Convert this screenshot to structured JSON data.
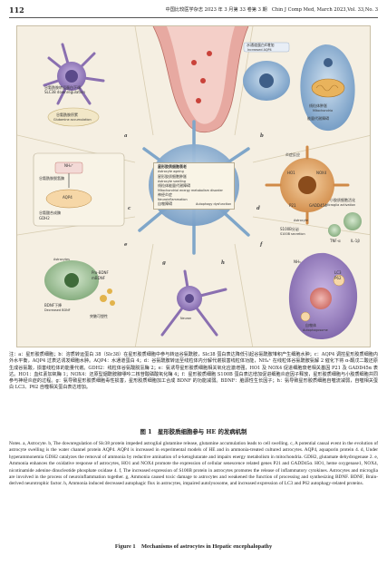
{
  "header": {
    "page_number": "112",
    "running_head": "中国比较医学杂志 2023 年 3 月第 33 卷第 3 期　Chin J Comp Med, March 2023,Vol. 33,No. 3"
  },
  "figure": {
    "panel_letters": [
      "a",
      "b",
      "c",
      "d",
      "e",
      "f",
      "g",
      "h"
    ],
    "labels": {
      "a_glutamate": "谷氨酰胺转运蛋白下调",
      "a_slc38": "SLC38 downregulation",
      "a_accum": "谷氨酰胺积累",
      "a_accum_en": "Glutamine accumulation",
      "b_edema": "水通道蛋白4增加",
      "b_edema_en": "Increased AQP4",
      "c_nh4": "NH₄⁺",
      "c_gdh": "GDH2",
      "c_aqp4": "AQP4",
      "c_line1": "谷氨酰胺脱氢酶",
      "c_line2": "谷氨酸合成酶",
      "c_line3": "线粒体肿胀",
      "c_mito": "Mitochondria",
      "c_energy": "能量代谢障碍",
      "d_inflam": "炎症反应",
      "d_ho1": "HO1",
      "d_nox4": "NOX4",
      "d_p21": "P21",
      "d_gadd45": "GADD45α",
      "center_title": "星形胶质细胞衰老",
      "center_en": "Astrocyte ageing",
      "center_1": "星形胶质细胞肿胀",
      "center_2": "Astrocyte swelling",
      "center_3": "线粒体能量代谢障碍",
      "center_4": "Mitochondrial energy metabolism disorder",
      "center_5": "神经炎症",
      "center_6": "Neuroinflammation",
      "center_7": "自噬障碍",
      "center_8": "Autophagy dysfunction",
      "e_s100b": "S100B分泌",
      "e_s100b_en": "S100B secretion",
      "e_micro": "小胶质细胞活化",
      "e_micro_en": "Microglia activation",
      "e_astro": "Astrocyte",
      "e_tnf": "TNF-α",
      "e_il1": "IL-1β",
      "f_bdnf": "BDNF下降",
      "f_bdnf_en": "Decreased BDNF",
      "f_syn": "突触可塑性",
      "g_nh3": "NH₃",
      "g_lc3": "LC3",
      "g_p62": "P62",
      "g_auto": "自噬体",
      "g_auto_en": "Autophagosome",
      "h_neuron": "Neuron",
      "h_astro": "Astrocytes",
      "h_bdnf": "Pro-BDNF",
      "h_mbdnf": "mBDNF"
    }
  },
  "caption_cn": "注：a：星形胶质细胞；b：溶质转运蛋白 38（Slc38）在星形胶质细胞中参与转运谷氨酰胺，Slc38 蛋白表达降低引起谷氨酰胺堆积产生细胞水肿；c：AQP4 调控星形胶质细胞内外水平衡，AQP4 过表达诱发细胞水肿。AQP4：水通道蛋白 4；d：谷氨酰胺转运至线粒体内分解代谢损害线粒体功能，NH₄⁺ 在线粒体谷氨酰胺氨解 2 催化下将 α-酮戊二酸还原生成谷氨酸，损害线粒体的能量代谢。GDH2：线粒体谷氨酸脱氢酶 2；e：氨诱导星形胶质细胞相关氧化应激增强，HO1 及 NOX4 促进细胞衰老相关基因 P21 及 GADD45α 表达。HO1：血红素加氧酶 1；NOX4：还原型烟酰胺腺嘌呤二核苷酸磷酸氧化酶 4；f：星形胶质细胞 S100B 蛋白表达增加促进细胞炎症因子释放，星形胶质细胞与小胶质细胞共同参与神经炎症的过程。g：氨导致星形胶质细胞毒性损害，星形胶质细胞加工合成 BDNF 的功能减弱。BDNF：脑源性生长因子；h：氨导致星形胶质细胞自噬流减弱，自噬相关蛋白 LC3、P62 自噬相关蛋白表达增加。",
  "fig_title_cn": "图 1　星形胶质细胞参与 HE 的发病机制",
  "caption_en": "Notes. a, Astrocyte. b, The downregulation of Slc38 protein impeded astroglial glutamine release, glutamine accumulation leads to cell swelling. c, A potential causal event in the evolution of astrocyte swelling is the water channel protein AQP4. AQP4 is increased in experimental models of HE and in ammonia-treated cultured astrocytes. AQP4, aquaporin protein 4. d, Under hyperammonemia GDH2 catalyzes the removal of ammonia by reductive amination of α-ketoglutarate and impairs energy metabolism in mitochondria. GDH2, glutamate dehydrogenase 2. e, Ammonia enhances the oxidative response of astrocytes, HO1 and NOX4 promote the expression of cellular senescence related genes P21 and GADD45α. HO1, heme oxygenase1, NOX4, nicotinamide adenine dinucleotide phosphate oxidase 4. f, The increased expression of S100B protein in astrocytes promotes the release of inflammatory cytokines. Astrocytes and microglia are involved in the process of neuroinflammation together. g, Ammonia caused toxic damage to astrocytes and weakened the function of processing and synthesizing BDNF. BDNF, Brain-derived neurotrophic factor. h, Ammonia induced decreased autophagic flux in astrocytes, impaired autolysosome, and increased expression of LC3 and P62 autophagy-related proteins.",
  "fig_title_en": "Figure 1　Mechanisms of astrocytes in Hepatic encephalopathy",
  "colors": {
    "background": "#f5efe2",
    "cell_purple": "#8a6fb0",
    "cell_blue": "#7fa6c9",
    "cell_green": "#8fb58a",
    "cell_orange": "#d99a5b",
    "nucleus": "#5b4a8a"
  }
}
